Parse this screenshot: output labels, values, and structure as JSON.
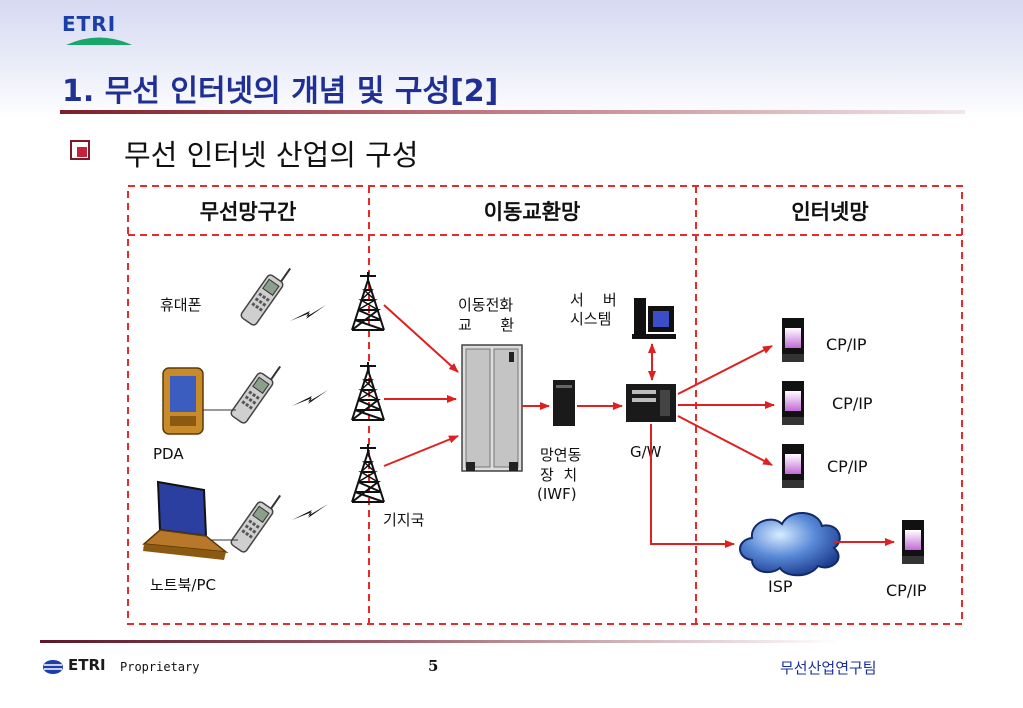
{
  "header": {
    "logo": "ETRI",
    "title": "1. 무선 인터넷의 개념 및 구성[2]"
  },
  "subtitle": "무선 인터넷 산업의 구성",
  "diagram": {
    "sections": [
      "무선망구간",
      "이동교환망",
      "인터넷망"
    ],
    "devices": {
      "phone": "휴대폰",
      "pda": "PDA",
      "notebook": "노트북/PC"
    },
    "base_station": "기지국",
    "msc": [
      "이동전화",
      "교      환"
    ],
    "server": [
      "서    버",
      "시스템"
    ],
    "iwf": [
      "망연동",
      "장  치",
      "(IWF)"
    ],
    "gateway": "G/W",
    "isp": "ISP",
    "cp_ip": [
      "CP/IP",
      "CP/IP",
      "CP/IP",
      "CP/IP"
    ]
  },
  "footer": {
    "logo": "ETRI",
    "proprietary": "Proprietary",
    "page": "5",
    "team": "무선산업연구팀"
  }
}
